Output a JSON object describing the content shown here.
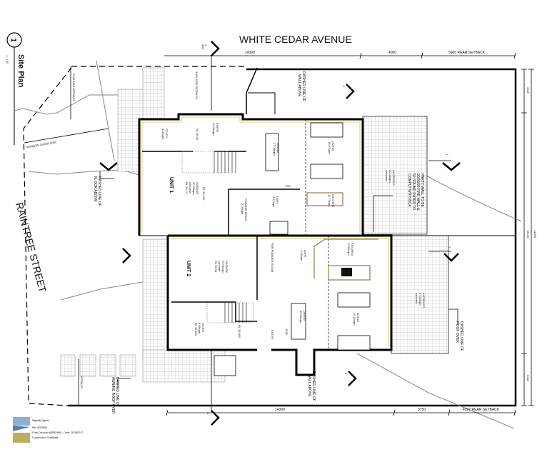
{
  "title_block": {
    "view_number": "1",
    "title": "Site Plan",
    "scale": "1 : 100"
  },
  "streets": {
    "top": "WHITE CEDAR AVENUE",
    "left": "RAINTREE STREET"
  },
  "dimensions": {
    "top_length": "14390",
    "top_mid": "4000",
    "top_rear": "5900 REAR SETBACK",
    "bottom_length": "14390",
    "bottom_mid": "3750",
    "bottom_rear": "4297 REAR SETBACK",
    "right_top": "3345",
    "right_total": "21695",
    "right_mid": "15105",
    "right_bottom": "3345",
    "side_top": "3000 SIDE SETBACK",
    "side_left_top": "3345 SIDE SETBACK",
    "front": "5500 FRONT SETBACK",
    "side_left_bottom": "3345 SIDE SETBACK",
    "bench": "600",
    "entry_dim": "1825"
  },
  "notes": {
    "wall_above_top": [
      "DASHED LINE OF",
      "WALL ABOVE"
    ],
    "floor_above": [
      "DASHED LINE OF",
      "FLOOR ABOVE"
    ],
    "party_wall": [
      "PARTY WALL TO BE",
      "90/90/90 FIRE WALL &",
      "50 SOUND RATED TO",
      "COMPLY WITH BCA"
    ],
    "roof_over": [
      "DASHED LINE OF",
      "ROOF OVER"
    ],
    "wall_above_bottom": [
      "DASHED LINE OF",
      "WALL ABOVE"
    ],
    "awning": [
      "DASHED LINE OF",
      "AWNING ROOF OVER"
    ]
  },
  "section_markers": {
    "one": "1",
    "two": "2",
    "sheet": "08a"
  },
  "unit1": {
    "label": "UNIT 1",
    "rl_floor": "RL 36.240",
    "rooms": {
      "study": {
        "name": "STUDY",
        "area": "4.05sqm"
      },
      "entry": {
        "name": "ENTRY",
        "area": "10.09sqm",
        "rl": "RL 36.00"
      },
      "dining": {
        "name": "DINING",
        "area": "17.08sqm"
      },
      "living": {
        "name": "LIVING",
        "area": "18.67sqm"
      },
      "garage": {
        "name": "GARAGE",
        "area": "20.09sqm",
        "finish": "concrete",
        "rl": "RL 36.14"
      },
      "powder": {
        "name": "POWDER ROOM",
        "area": "3.05sqm"
      },
      "laundry": {
        "name": "LDRY",
        "area": "4.47sqm"
      },
      "kitchen": {
        "name": "KITCHEN",
        "area": "11.73sqm"
      },
      "alfresco": {
        "name": "ALFRESCO",
        "area": "20.04sqm",
        "finish": "concrete"
      }
    }
  },
  "unit2": {
    "label": "UNIT 2",
    "rl_floor": "RL 36.600",
    "rooms": {
      "garage": {
        "name": "GARAGE",
        "area": "22.09sqm",
        "finish": "concrete",
        "rl": "RL 36.54"
      },
      "powder": {
        "name": "PDR POWDER ROOM"
      },
      "laundry": {
        "name": "LDRY",
        "area": "4.16sqm"
      },
      "kitchen": {
        "name": "KITCHEN",
        "area": "13.69sqm"
      },
      "dining": {
        "name": "DINING",
        "area": "15.83sqm"
      },
      "living": {
        "name": "LIVING",
        "area": "19.10sqm"
      },
      "study": {
        "name": "STUDY",
        "area": "9.08sqm",
        "rl": "RL 36.600"
      },
      "entry": {
        "name": "ENTRY"
      },
      "alfresco": {
        "name": "ALFRESCO",
        "area": "27.50sqm",
        "finish": "concrete"
      }
    }
  },
  "stamp": {
    "line1": "Digitally Signed",
    "line2": "Ref: 8052566",
    "line3": "Chris Donovan (BPB2486) - Date: 21/08/2017",
    "line4": "Construction Certificate",
    "colors": {
      "blue": "#7fa0c8",
      "olive": "#b8b060"
    }
  }
}
